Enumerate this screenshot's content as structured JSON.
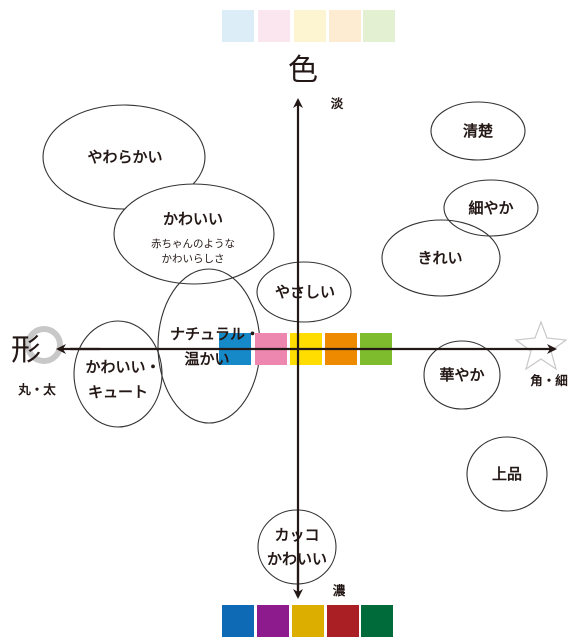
{
  "axes": {
    "vertical": {
      "title": "色",
      "top_label": "淡",
      "bottom_label": "濃"
    },
    "horizontal": {
      "title": "形",
      "left_label": "丸・太",
      "right_label": "角・細"
    }
  },
  "palettes": {
    "top": [
      "#dcedf8",
      "#fbe6ef",
      "#fdf5d2",
      "#fdebd2",
      "#e4f0d2"
    ],
    "bottom": [
      "#0e6ab4",
      "#8e1b8e",
      "#dcae00",
      "#a91f23",
      "#006b3a"
    ],
    "middle": [
      "#1689c9",
      "#ee87b0",
      "#ffdd00",
      "#ed8a00",
      "#7ebc2d"
    ]
  },
  "items": {
    "yawarakai": "やわらかい",
    "kawaii": {
      "title": "かわいい",
      "sub1": "赤ちゃんのような",
      "sub2": "かわいらしさ"
    },
    "natural": {
      "line1": "ナチュラル・",
      "line2": "温かい"
    },
    "yasashii": "やさしい",
    "cute": {
      "line1": "かわいい・",
      "line2": "キュート"
    },
    "seiso": "清楚",
    "hosoyaka": "細やか",
    "kirei": "きれい",
    "hanayaka": "華やか",
    "jouhin": "上品",
    "kakko": {
      "line1": "カッコ",
      "line2": "かわいい"
    }
  }
}
